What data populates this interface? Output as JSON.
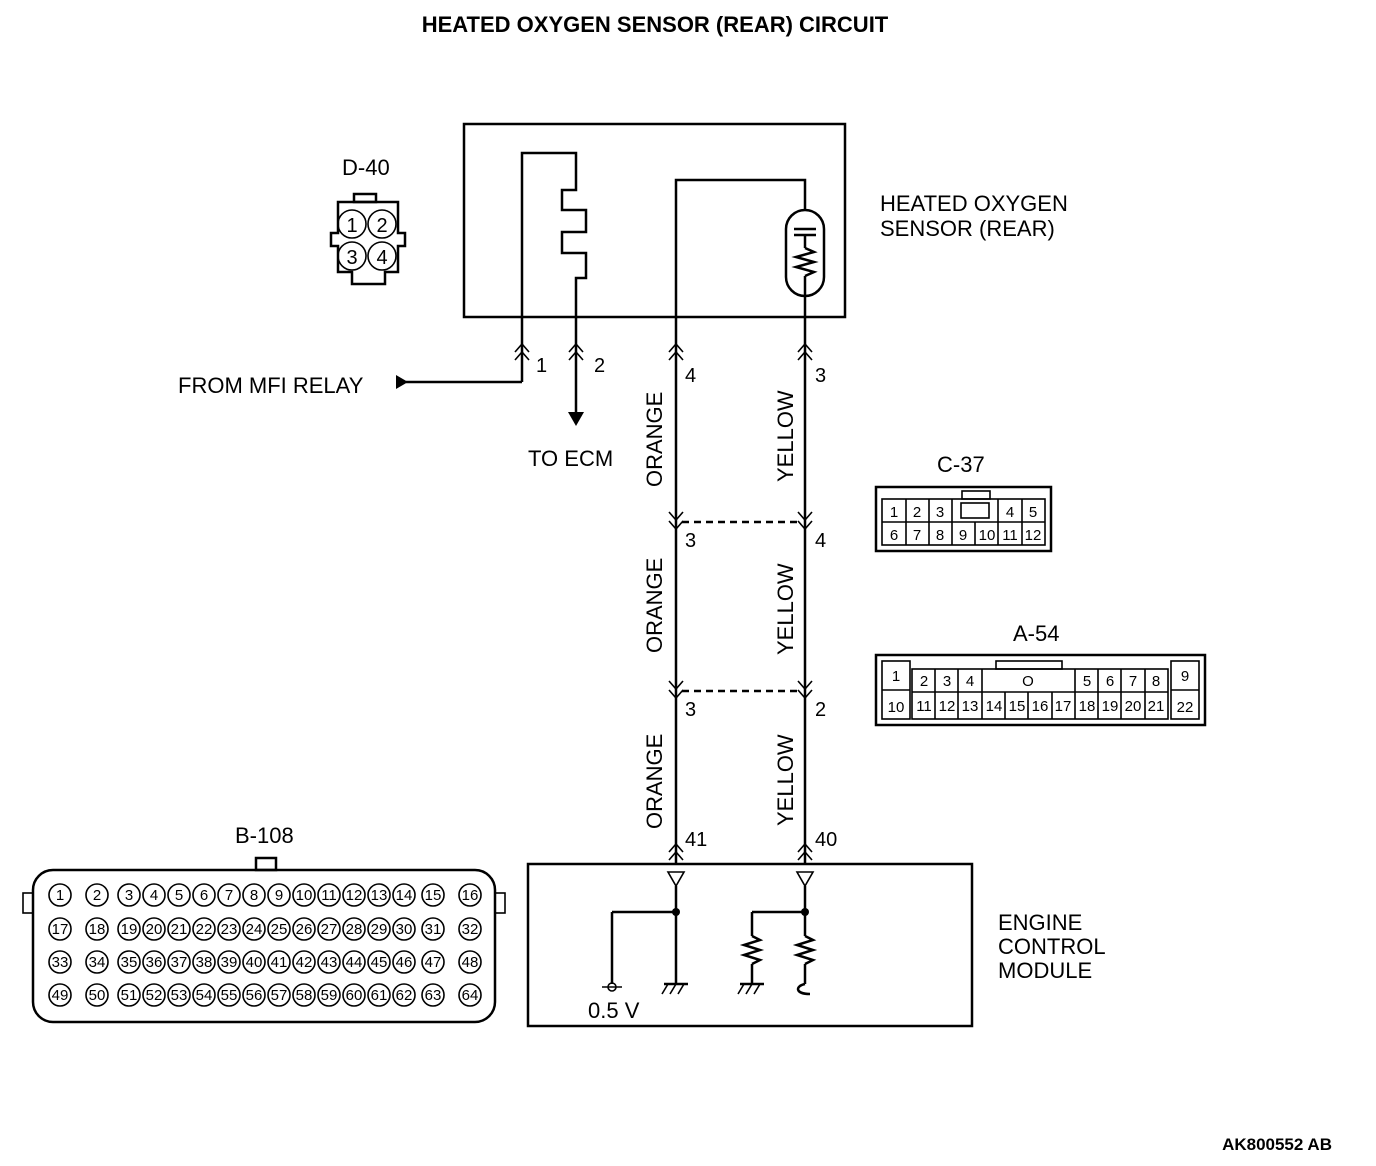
{
  "title": "HEATED OXYGEN SENSOR (REAR) CIRCUIT",
  "footer_code": "AK800552 AB",
  "sensor": {
    "line1": "HEATED OXYGEN",
    "line2": "SENSOR (REAR)"
  },
  "ecm": {
    "line1": "ENGINE",
    "line2": "CONTROL",
    "line3": "MODULE",
    "voltage": "0.5 V"
  },
  "from_relay": "FROM MFI RELAY",
  "to_ecm": "TO ECM",
  "wire_colors": {
    "left": "ORANGE",
    "right": "YELLOW"
  },
  "pins": {
    "sensor": [
      "1",
      "2",
      "4",
      "3"
    ],
    "c37": [
      "3",
      "4"
    ],
    "a54": [
      "3",
      "2"
    ],
    "ecm": [
      "41",
      "40"
    ]
  },
  "connectors": {
    "d40": {
      "name": "D-40",
      "pins": [
        "1",
        "2",
        "3",
        "4"
      ]
    },
    "c37": {
      "name": "C-37",
      "row1": [
        "1",
        "2",
        "3",
        "4",
        "5"
      ],
      "row2": [
        "6",
        "7",
        "8",
        "9",
        "10",
        "11",
        "12"
      ]
    },
    "a54": {
      "name": "A-54",
      "left_top": "1",
      "left_bottom": "10",
      "row1": [
        "2",
        "3",
        "4",
        "O",
        "5",
        "6",
        "7",
        "8"
      ],
      "row2": [
        "11",
        "12",
        "13",
        "14",
        "15",
        "16",
        "17",
        "18",
        "19",
        "20",
        "21"
      ],
      "right_top": "9",
      "right_bottom": "22"
    },
    "b108": {
      "name": "B-108",
      "rows": [
        [
          "1",
          "2",
          "3",
          "4",
          "5",
          "6",
          "7",
          "8",
          "9",
          "10",
          "11",
          "12",
          "13",
          "14",
          "15",
          "16"
        ],
        [
          "17",
          "18",
          "19",
          "20",
          "21",
          "22",
          "23",
          "24",
          "25",
          "26",
          "27",
          "28",
          "29",
          "30",
          "31",
          "32"
        ],
        [
          "33",
          "34",
          "35",
          "36",
          "37",
          "38",
          "39",
          "40",
          "41",
          "42",
          "43",
          "44",
          "45",
          "46",
          "47",
          "48"
        ],
        [
          "49",
          "50",
          "51",
          "52",
          "53",
          "54",
          "55",
          "56",
          "57",
          "58",
          "59",
          "60",
          "61",
          "62",
          "63",
          "64"
        ]
      ]
    }
  }
}
